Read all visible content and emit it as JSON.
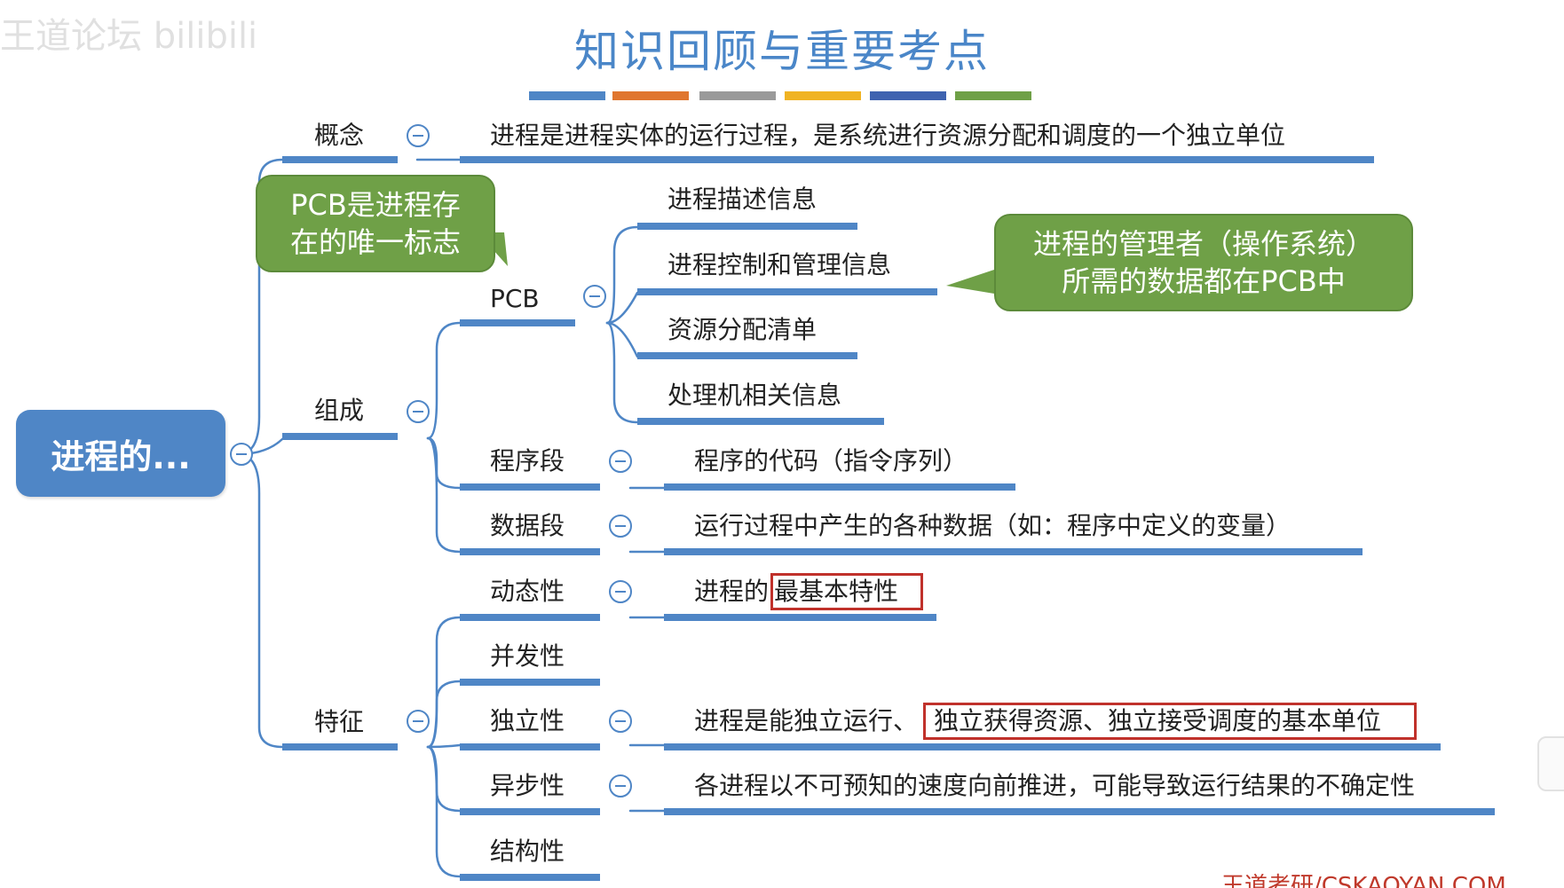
{
  "watermark": "王道论坛 bilibili",
  "title": "知识回顾与重要考点",
  "accent_colors": [
    "#4f86c6",
    "#e0762f",
    "#9a9a9a",
    "#f0b323",
    "#3f63b0",
    "#6fa047"
  ],
  "root": {
    "label": "进程的..."
  },
  "branches": {
    "concept": {
      "label": "概念",
      "desc": "进程是进程实体的运行过程，是系统进行资源分配和调度的一个独立单位"
    },
    "composition": {
      "label": "组成",
      "pcb": {
        "label": "PCB",
        "items": [
          "进程描述信息",
          "进程控制和管理信息",
          "资源分配清单",
          "处理机相关信息"
        ]
      },
      "program_segment": {
        "label": "程序段",
        "desc": "程序的代码（指令序列）"
      },
      "data_segment": {
        "label": "数据段",
        "desc": "运行过程中产生的各种数据（如：程序中定义的变量）"
      }
    },
    "features": {
      "label": "特征",
      "dynamic": {
        "label": "动态性",
        "desc_prefix": "进程的",
        "desc_highlight": "最基本特性"
      },
      "concurrency": {
        "label": "并发性"
      },
      "independence": {
        "label": "独立性",
        "desc_prefix": "进程是能独立运行、",
        "desc_highlight": "独立获得资源、独立接受调度的基本单位"
      },
      "asynchrony": {
        "label": "异步性",
        "desc": "各进程以不可预知的速度向前推进，可能导致运行结果的不确定性"
      },
      "structure": {
        "label": "结构性"
      }
    }
  },
  "callouts": {
    "pcb_unique": {
      "line1": "PCB是进程存",
      "line2": "在的唯一标志"
    },
    "os_data": {
      "line1": "进程的管理者（操作系统）",
      "line2": "所需的数据都在PCB中"
    }
  },
  "footer": "王道考研/CSKAOYAN.COM"
}
